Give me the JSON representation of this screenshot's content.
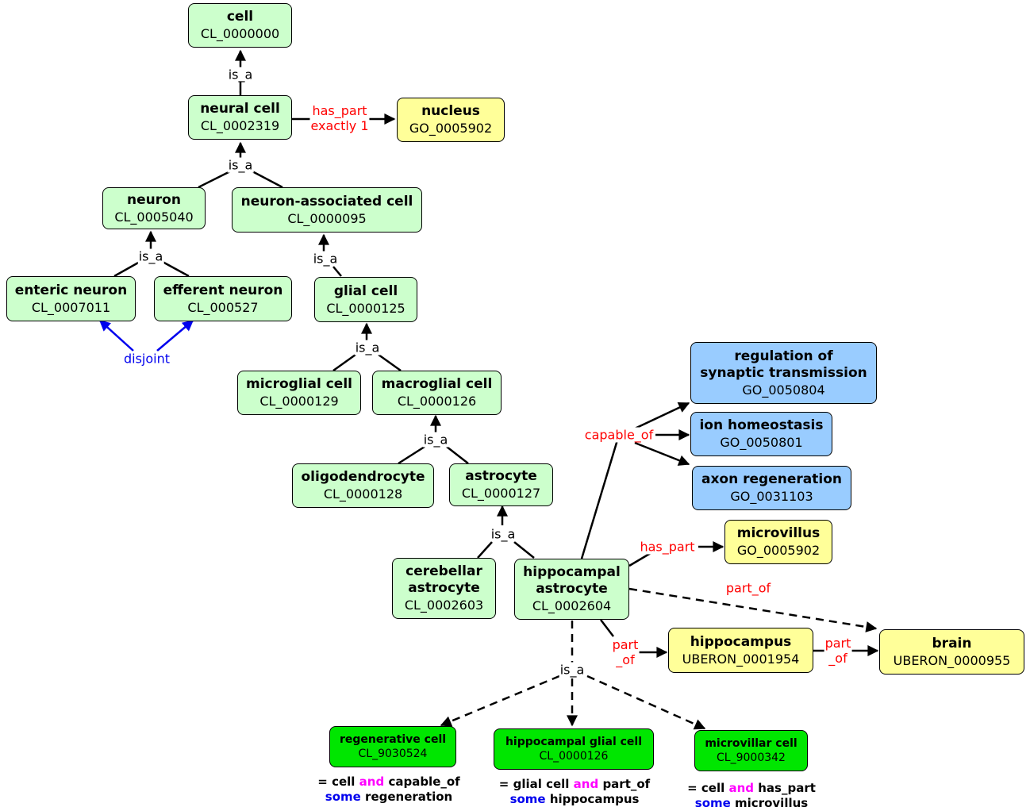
{
  "nodes": {
    "cell": {
      "label": "cell",
      "id": "CL_0000000"
    },
    "neural_cell": {
      "label": "neural cell",
      "id": "CL_0002319"
    },
    "nucleus": {
      "label": "nucleus",
      "id": "GO_0005902"
    },
    "neuron": {
      "label": "neuron",
      "id": "CL_0005040"
    },
    "neuron_associated_cell": {
      "label": "neuron-associated cell",
      "id": "CL_0000095"
    },
    "enteric_neuron": {
      "label": "enteric neuron",
      "id": "CL_0007011"
    },
    "efferent_neuron": {
      "label": "efferent neuron",
      "id": "CL_000527"
    },
    "glial_cell": {
      "label": "glial cell",
      "id": "CL_0000125"
    },
    "microglial_cell": {
      "label": "microglial cell",
      "id": "CL_0000129"
    },
    "macroglial_cell": {
      "label": "macroglial cell",
      "id": "CL_0000126"
    },
    "oligodendrocyte": {
      "label": "oligodendrocyte",
      "id": "CL_0000128"
    },
    "astrocyte": {
      "label": "astrocyte",
      "id": "CL_0000127"
    },
    "cerebellar_astrocyte": {
      "label": "cerebellar\nastrocyte",
      "id": "CL_0002603"
    },
    "hippocampal_astrocyte": {
      "label": "hippocampal\nastrocyte",
      "id": "CL_0002604"
    },
    "regulation_synaptic": {
      "label": "regulation of\nsynaptic transmission",
      "id": "GO_0050804"
    },
    "ion_homeostasis": {
      "label": "ion homeostasis",
      "id": "GO_0050801"
    },
    "axon_regeneration": {
      "label": "axon regeneration",
      "id": "GO_0031103"
    },
    "microvillus": {
      "label": "microvillus",
      "id": "GO_0005902"
    },
    "hippocampus": {
      "label": "hippocampus",
      "id": "UBERON_0001954"
    },
    "brain": {
      "label": "brain",
      "id": "UBERON_0000955"
    },
    "regenerative_cell": {
      "label": "regenerative cell",
      "id": "CL_9030524"
    },
    "hippocampal_glial_cell": {
      "label": "hippocampal glial cell",
      "id": "CL_0000126"
    },
    "microvillar_cell": {
      "label": "microvillar cell",
      "id": "CL_9000342"
    }
  },
  "edge_labels": {
    "is_a": "is_a",
    "has_part_exactly_1": "has_part\nexactly 1",
    "disjoint": "disjoint",
    "capable_of": "capable_of",
    "has_part": "has_part",
    "part_of": "part_of",
    "part_of_split": "part\n_of"
  },
  "definitions": {
    "regenerative_cell": {
      "line1_pre": "= cell ",
      "and": "and",
      "line1_post": " capable_of",
      "some": "some",
      "line2_post": " regeneration"
    },
    "hippocampal_glial_cell": {
      "line1_pre": "= glial cell ",
      "and": "and",
      "line1_post": " part_of",
      "some": "some",
      "line2_post": " hippocampus"
    },
    "microvillar_cell": {
      "line1_pre": "= cell ",
      "and": "and",
      "line1_post": " has_part",
      "some": "some",
      "line2_post": " microvillus"
    }
  },
  "colors": {
    "cell_type": "#ccffcc",
    "defined_cell_type": "#00e600",
    "structure": "#ffff99",
    "process": "#99ccff",
    "relation_text": "#ff0000",
    "disjoint": "#0000ee",
    "and_keyword": "#ff00ff",
    "some_keyword": "#0000ee"
  }
}
